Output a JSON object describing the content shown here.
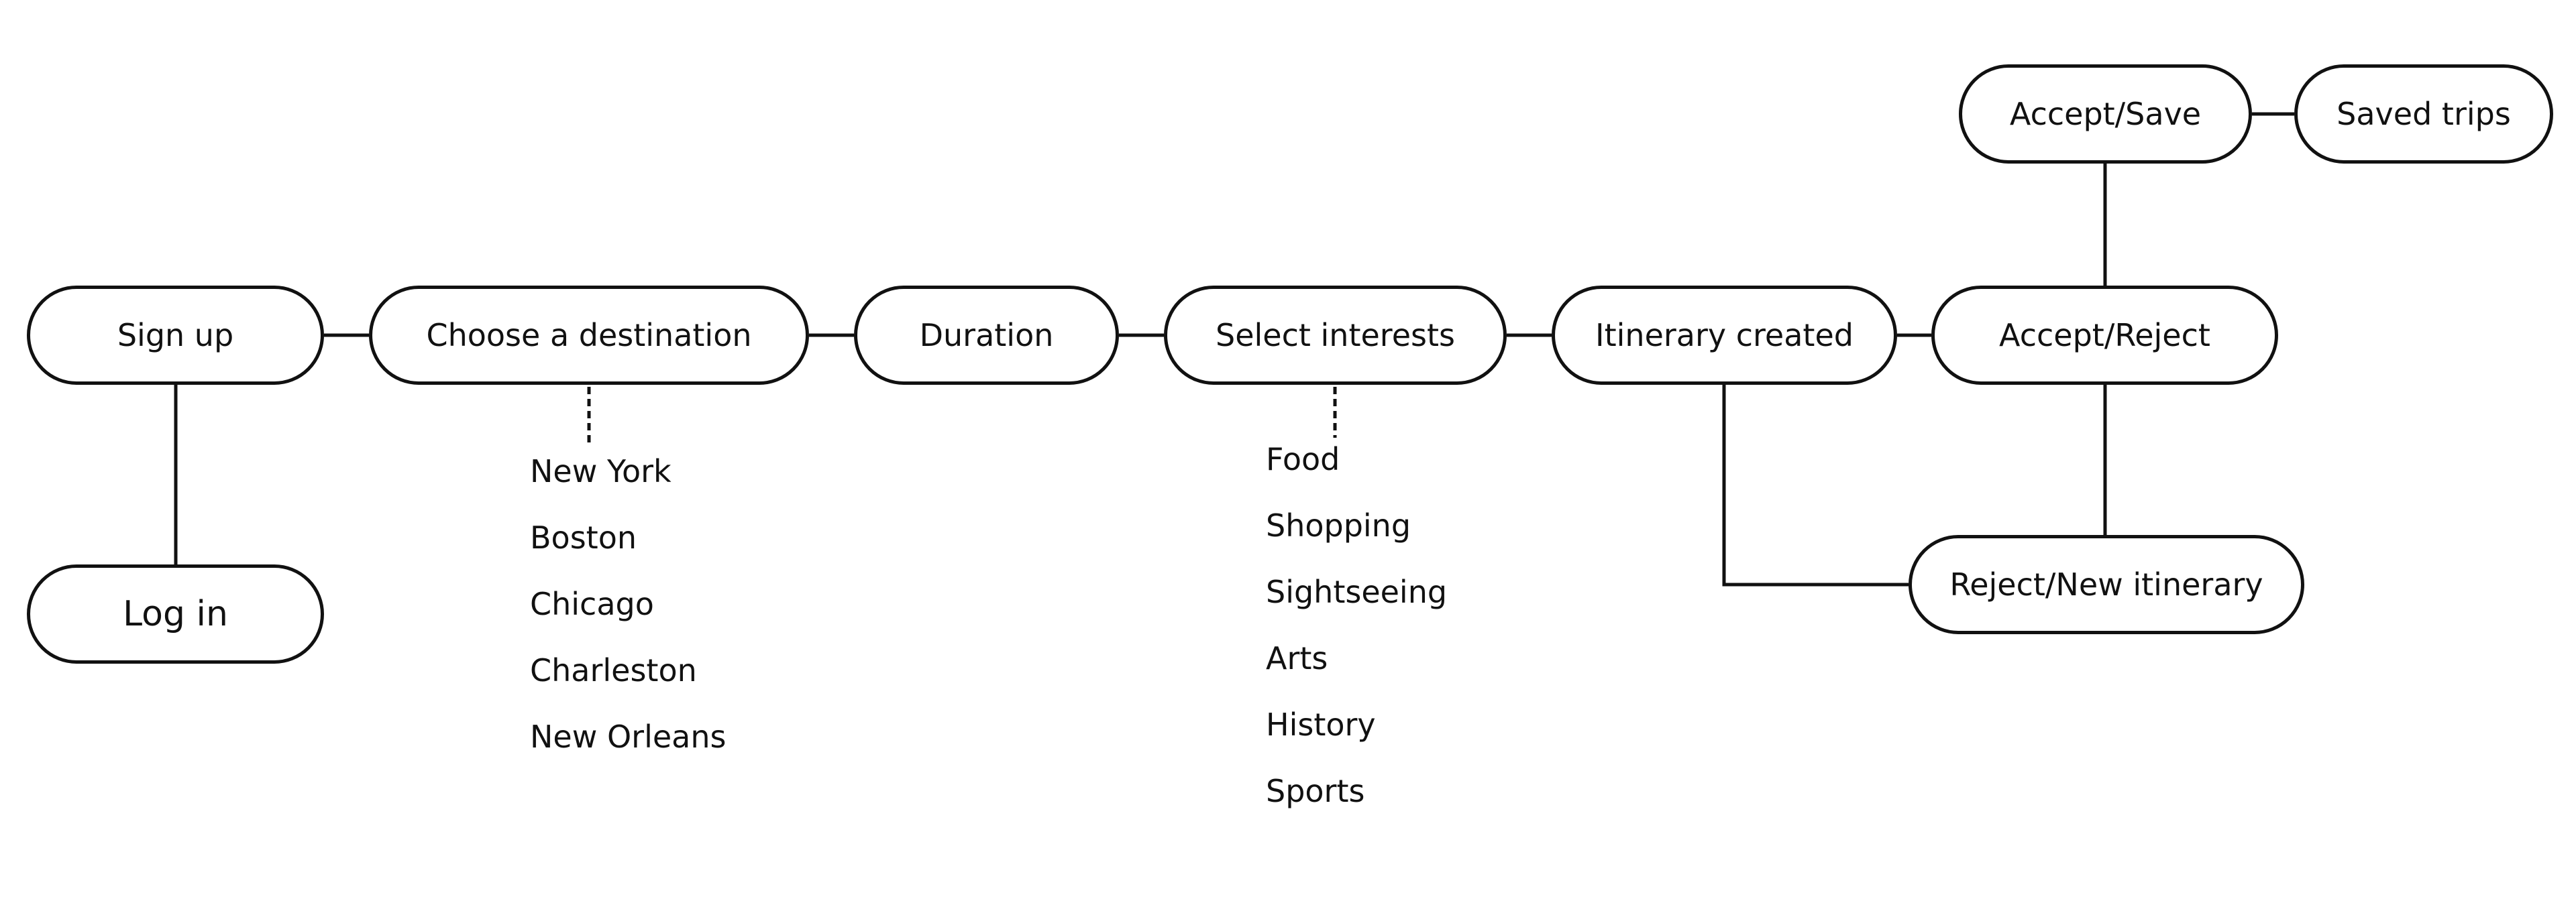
{
  "flow": {
    "signup": "Sign up",
    "login": "Log in",
    "destination": "Choose a destination",
    "duration": "Duration",
    "interests": "Select interests",
    "itinerary": "Itinerary created",
    "accept_reject": "Accept/Reject",
    "accept_save": "Accept/Save",
    "saved_trips": "Saved trips",
    "reject_new": "Reject/New itinerary"
  },
  "destinations": [
    "New York",
    "Boston",
    "Chicago",
    "Charleston",
    "New Orleans"
  ],
  "interests": [
    "Food",
    "Shopping",
    "Sightseeing",
    "Arts",
    "History",
    "Sports"
  ],
  "colors": {
    "stroke": "#111111",
    "background": "#ffffff"
  }
}
